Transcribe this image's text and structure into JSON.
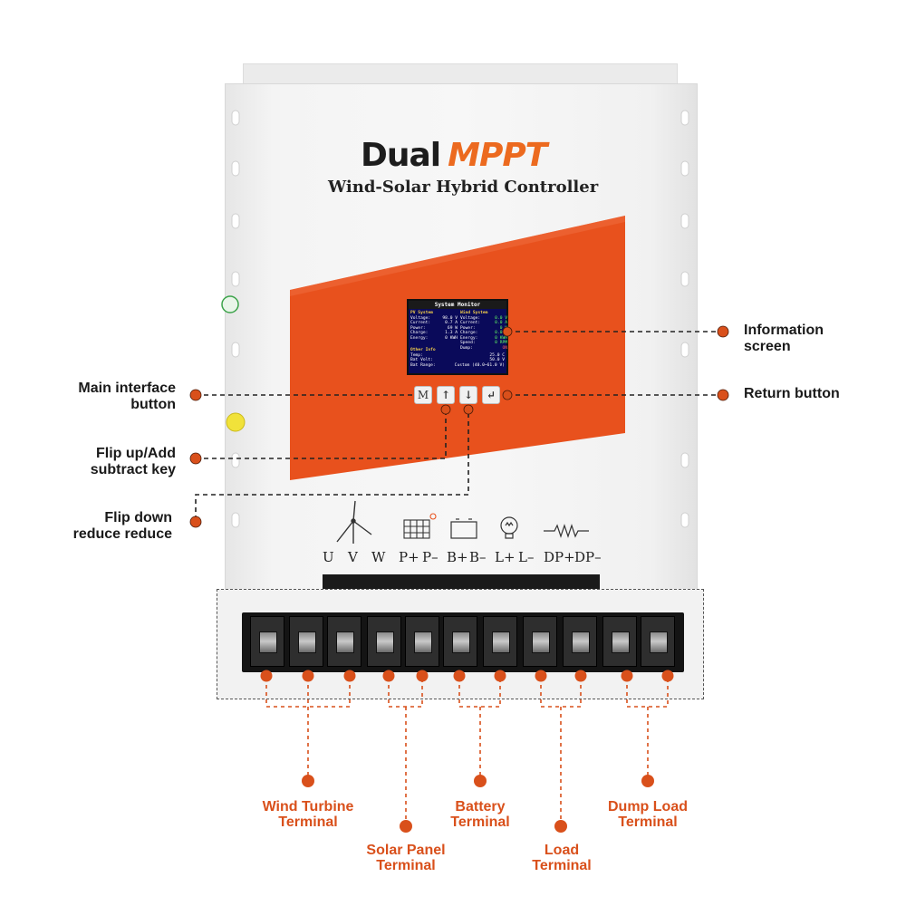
{
  "product": {
    "brand_word1": "Dual",
    "brand_word2": "MPPT",
    "subtitle": "Wind-Solar Hybrid Controller",
    "accent_color": "#e8511d",
    "screen": {
      "title": "System Monitor",
      "pv": {
        "header": "PV System",
        "rows": [
          [
            "Voltage:",
            "98.0 V"
          ],
          [
            "Current:",
            "0.7 A"
          ],
          [
            "Power:",
            "69 W"
          ],
          [
            "Charge:",
            "1.3 A"
          ],
          [
            "Energy:",
            "0 KWH"
          ]
        ]
      },
      "wind": {
        "header": "Wind System",
        "rows": [
          [
            "Voltage:",
            "0.0 V"
          ],
          [
            "Current:",
            "0.0 A"
          ],
          [
            "Power:",
            "0 W"
          ],
          [
            "Charge:",
            "0.0 A"
          ],
          [
            "Energy:",
            "0 KWH"
          ],
          [
            "Speed:",
            "0 RPM"
          ],
          [
            "Dump:",
            "ON"
          ]
        ]
      },
      "other": {
        "header": "Other Info",
        "rows": [
          [
            "Temp:",
            "25.0 C"
          ],
          [
            "Bat Volt:",
            "50.0 V"
          ],
          [
            "Bat Range:",
            "Custom (40.0~61.0 V)"
          ]
        ]
      }
    },
    "buttons": {
      "main": "M",
      "up": "↑",
      "down": "↓",
      "return": "↵"
    },
    "terminal_labels": [
      "U",
      "V",
      "W",
      "P+",
      "P–",
      "B+",
      "B–",
      "L+",
      "L–",
      "DP+",
      "DP–"
    ]
  },
  "callouts": {
    "information_screen": [
      "Information",
      "screen"
    ],
    "main_interface": [
      "Main interface",
      "button"
    ],
    "return_button": "Return button",
    "flip_up": [
      "Flip up/Add",
      "subtract key"
    ],
    "flip_down": [
      "Flip down",
      "reduce reduce"
    ]
  },
  "terminals": {
    "wind": [
      "Wind Turbine",
      "Terminal"
    ],
    "solar": [
      "Solar Panel",
      "Terminal"
    ],
    "battery": [
      "Battery",
      "Terminal"
    ],
    "load": [
      "Load",
      "Terminal"
    ],
    "dump": [
      "Dump Load",
      "Terminal"
    ]
  },
  "colors": {
    "leader_dot": "#d9501b",
    "leader_line": "#222222",
    "terminal_leader": "#d9501b"
  }
}
